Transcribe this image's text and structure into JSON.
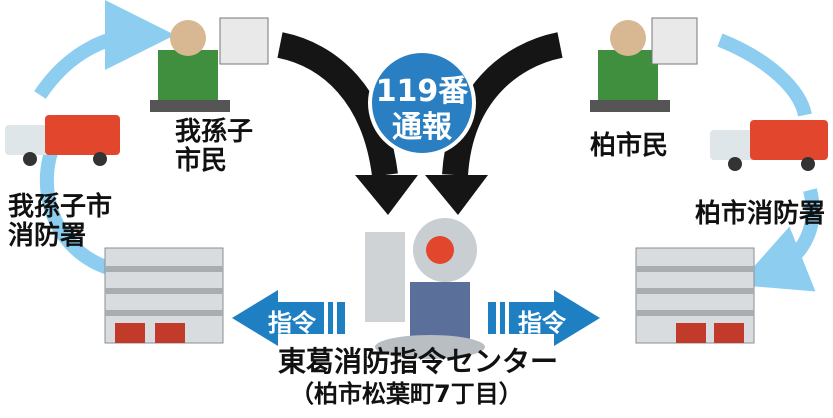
{
  "labels": {
    "abiko_citizen": "我孫子\n市民",
    "abiko_station": "我孫子市\n消防署",
    "kashiwa_citizen": "柏市民",
    "kashiwa_station": "柏市消防署",
    "center_name": "東葛消防指令センター",
    "center_address": "（柏市松葉町7丁目）"
  },
  "badge": {
    "line1": "119番",
    "line2": "通報"
  },
  "command_arrows": {
    "left": "指令",
    "right": "指令"
  },
  "colors": {
    "command_blue": "#1e7fc3",
    "cycle_blue": "#8ccdf0",
    "badge_blue": "#2a7fc2",
    "report_black": "#151515"
  },
  "icons": [
    "person-on-phone-icon",
    "fire-truck-icon",
    "fire-station-building-icon",
    "dispatcher-operator-icon"
  ]
}
